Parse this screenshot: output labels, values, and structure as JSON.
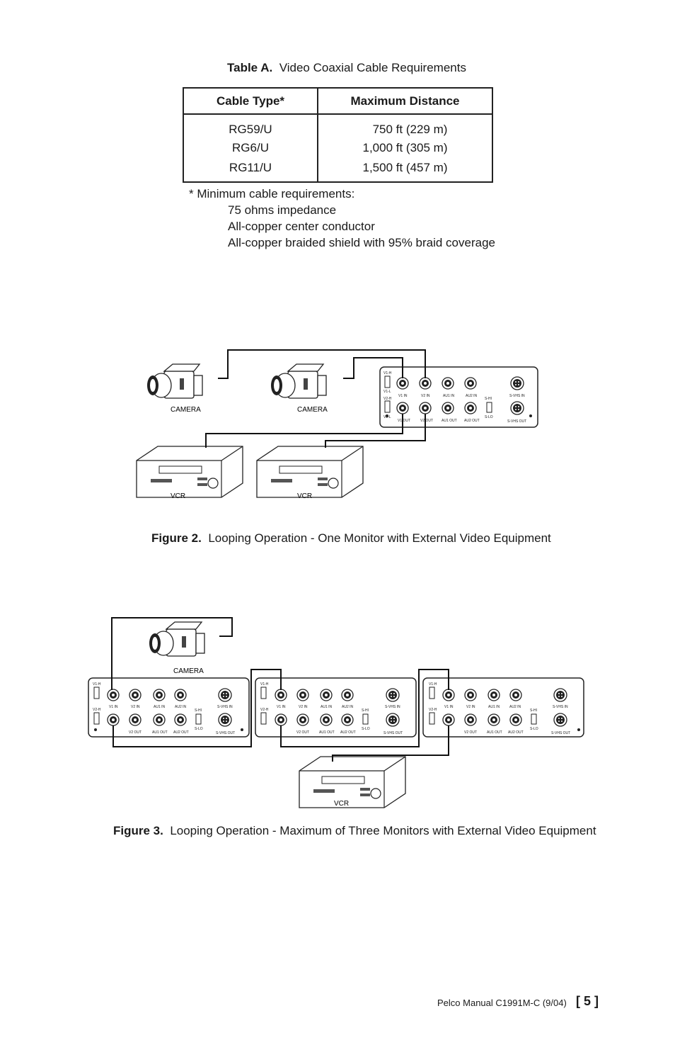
{
  "table_a": {
    "label": "Table A.",
    "title": "Video Coaxial Cable Requirements",
    "headers": [
      "Cable Type*",
      "Maximum Distance"
    ],
    "rows": [
      [
        "RG59/U",
        "750 ft (229 m)"
      ],
      [
        "RG6/U",
        "1,000 ft (305 m)"
      ],
      [
        "RG11/U",
        "1,500 ft (457 m)"
      ]
    ]
  },
  "notes": {
    "intro": "* Minimum cable requirements:",
    "items": [
      "75 ohms impedance",
      "All-copper center conductor",
      "All-copper braided shield with 95% braid coverage"
    ]
  },
  "figure2": {
    "label": "Figure 2.",
    "caption": "Looping Operation - One Monitor with External Video Equipment",
    "camera_label": "CAMERA",
    "vcr_label": "VCR"
  },
  "figure3": {
    "label": "Figure 3.",
    "caption": "Looping Operation - Maximum of Three Monitors with External Video Equipment",
    "camera_label": "CAMERA",
    "vcr_label": "VCR"
  },
  "panel_labels": {
    "v1_h": "V1-H",
    "v1_l": "V1-L",
    "v2_h": "V2-H",
    "v2_l": "V2-L",
    "v1_in": "V1 IN",
    "v2_in": "V2 IN",
    "au1_in": "AU1 IN",
    "au2_in": "AU2 IN",
    "v1_out": "V1 OUT",
    "v2_out": "V2 OUT",
    "au1_out": "AU1 OUT",
    "au2_out": "AU2 OUT",
    "s_hi": "S-HI",
    "s_lo": "S-LO",
    "svhs_in": "S-VHS IN",
    "svhs_out": "S-VHS OUT"
  },
  "footer": {
    "manual": "Pelco Manual C1991M-C (9/04)",
    "page": "[ 5 ]"
  }
}
